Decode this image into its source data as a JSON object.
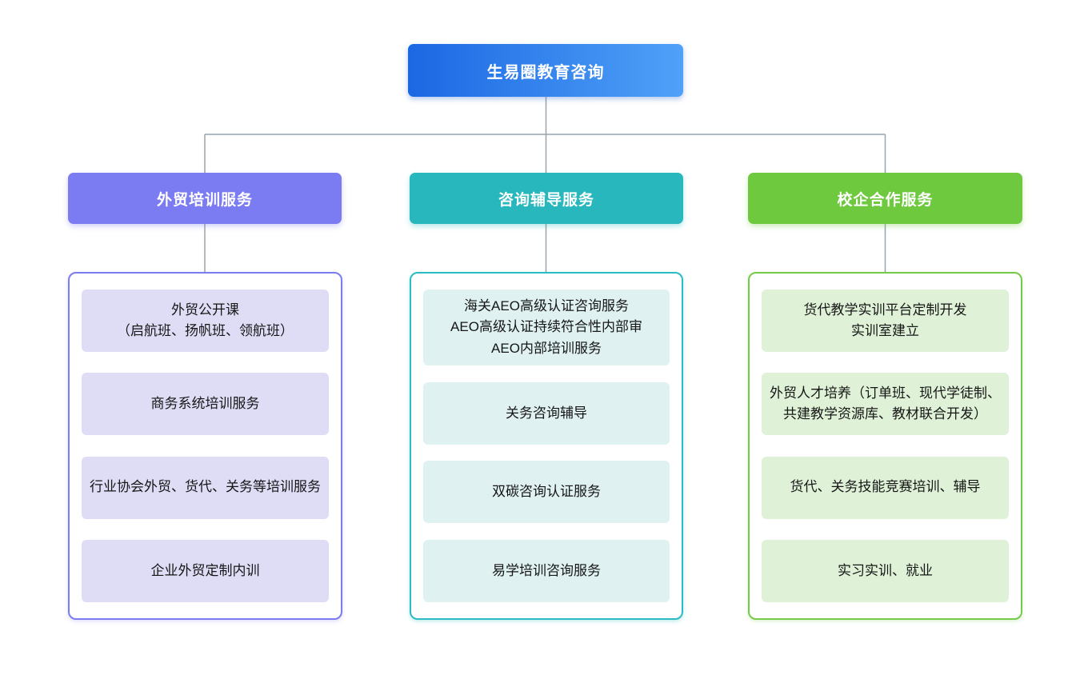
{
  "diagram": {
    "title": "生易圈教育咨询",
    "colors": {
      "root_gradient_from": "#1C67E3",
      "root_gradient_to": "#4FA1F8",
      "connector": "#99A3AE",
      "branch_purple": "#7B7CF1",
      "branch_purple_item_bg": "#DFDCF6",
      "branch_teal": "#27B7BD",
      "branch_teal_border": "#2BBCC3",
      "branch_teal_item_bg": "#DFF1F1",
      "branch_green": "#6FC93F",
      "branch_green_border": "#75CB49",
      "branch_green_item_bg": "#DFF2D8",
      "text_dark": "#161616",
      "text_light": "#FFFFFF"
    },
    "branches": [
      {
        "label": "外贸培训服务",
        "theme": "purple",
        "items": [
          "外贸公开课\n（启航班、扬帆班、领航班）",
          "商务系统培训服务",
          "行业协会外贸、货代、关务等培训服务",
          "企业外贸定制内训"
        ]
      },
      {
        "label": "咨询辅导服务",
        "theme": "teal",
        "items": [
          "海关AEO高级认证咨询服务\nAEO高级认证持续符合性内部审\nAEO内部培训服务",
          "关务咨询辅导",
          "双碳咨询认证服务",
          "易学培训咨询服务"
        ]
      },
      {
        "label": "校企合作服务",
        "theme": "green",
        "items": [
          "货代教学实训平台定制开发\n实训室建立",
          "外贸人才培养（订单班、现代学徒制、共建教学资源库、教材联合开发）",
          "货代、关务技能竞赛培训、辅导",
          "实习实训、就业"
        ]
      }
    ]
  }
}
